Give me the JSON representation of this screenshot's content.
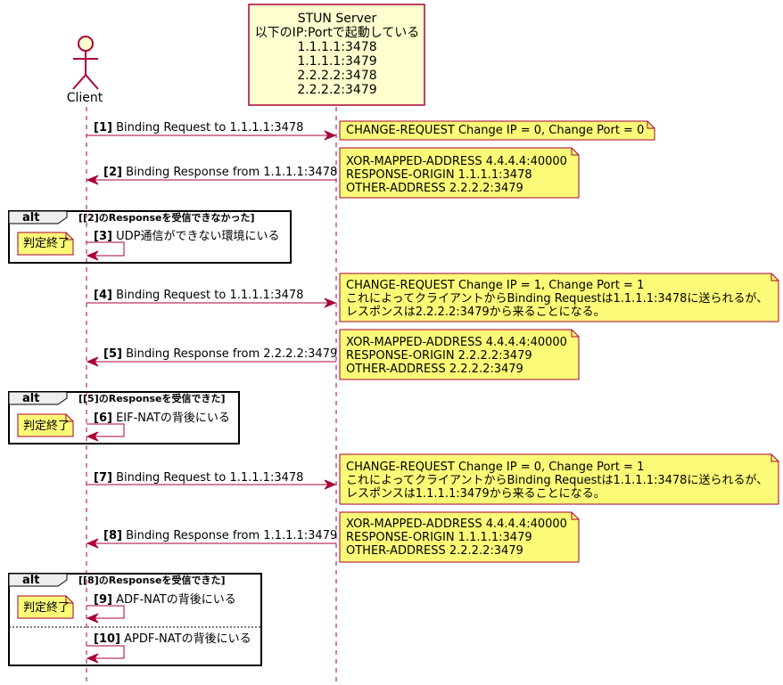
{
  "participants": {
    "client": "Client",
    "server_lines": [
      "STUN Server",
      "以下のIP:Portで起動している",
      "1.1.1.1:3478",
      "1.1.1.1:3479",
      "2.2.2.2:3478",
      "2.2.2.2:3479"
    ]
  },
  "messages": [
    {
      "num": "[1]",
      "text": "Binding Request to 1.1.1.1:3478"
    },
    {
      "num": "[2]",
      "text": "Binding Response from 1.1.1.1:3478"
    },
    {
      "num": "[3]",
      "text": "UDP通信ができない環境にいる"
    },
    {
      "num": "[4]",
      "text": "Binding Request to 1.1.1.1:3478"
    },
    {
      "num": "[5]",
      "text": "Binding Response from 2.2.2.2:3479"
    },
    {
      "num": "[6]",
      "text": "EIF-NATの背後にいる"
    },
    {
      "num": "[7]",
      "text": "Binding Request to 1.1.1.1:3478"
    },
    {
      "num": "[8]",
      "text": "Binding Response from 1.1.1.1:3479"
    },
    {
      "num": "[9]",
      "text": "ADF-NATの背後にいる"
    },
    {
      "num": "[10]",
      "text": "APDF-NATの背後にいる"
    }
  ],
  "notes": [
    [
      "CHANGE-REQUEST Change IP = 0, Change Port = 0"
    ],
    [
      "XOR-MAPPED-ADDRESS 4.4.4.4:40000",
      "RESPONSE-ORIGIN 1.1.1.1:3478",
      "OTHER-ADDRESS 2.2.2.2:3479"
    ],
    [
      "CHANGE-REQUEST Change IP = 1, Change Port = 1",
      "これによってクライアントからBinding Requestは1.1.1.1:3478に送られるが、",
      "レスポンスは2.2.2.2:3479から来ることになる。"
    ],
    [
      "XOR-MAPPED-ADDRESS 4.4.4.4:40000",
      "RESPONSE-ORIGIN 2.2.2.2:3479",
      "OTHER-ADDRESS 2.2.2.2:3479"
    ],
    [
      "CHANGE-REQUEST Change IP = 0, Change Port = 1",
      "これによってクライアントからBinding Requestは1.1.1.1:3478に送られるが、",
      "レスポンスは1.1.1.1:3479から来ることになる。"
    ],
    [
      "XOR-MAPPED-ADDRESS 4.4.4.4:40000",
      "RESPONSE-ORIGIN 1.1.1.1:3479",
      "OTHER-ADDRESS 2.2.2.2:3479"
    ]
  ],
  "alts": [
    {
      "keyword": "alt",
      "condition": "[[2]のResponseを受信できなかった]",
      "note": "判定終了"
    },
    {
      "keyword": "alt",
      "condition": "[[5]のResponseを受信できた]",
      "note": "判定終了"
    },
    {
      "keyword": "alt",
      "condition": "[[8]のResponseを受信できた]",
      "note": "判定終了"
    }
  ],
  "colors": {
    "line": "#A80036",
    "note_fill": "#FBFB77",
    "participant_fill": "#FEFECE",
    "alt_label_fill": "#EEEEEE"
  }
}
